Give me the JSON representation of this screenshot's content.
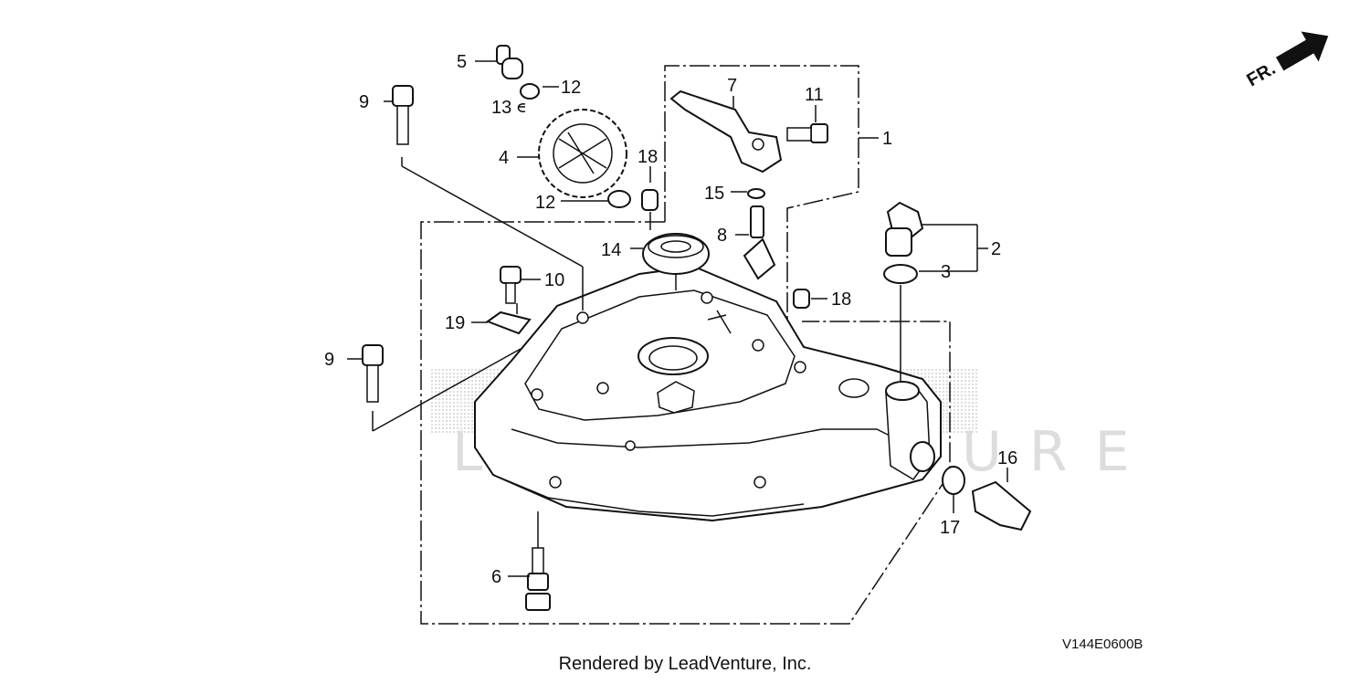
{
  "diagram": {
    "direction_label": "FR.",
    "callouts": {
      "c1": "1",
      "c2": "2",
      "c3": "3",
      "c4": "4",
      "c5": "5",
      "c6": "6",
      "c7": "7",
      "c8": "8",
      "c9a": "9",
      "c9b": "9",
      "c10": "10",
      "c11": "11",
      "c12a": "12",
      "c12b": "12",
      "c13": "13",
      "c14": "14",
      "c15": "15",
      "c16": "16",
      "c17": "17",
      "c18a": "18",
      "c18b": "18",
      "c19": "19"
    },
    "watermark": "LEADVENTURE",
    "diagram_code": "V144E0600B",
    "footer": "Rendered by LeadVenture, Inc."
  },
  "colors": {
    "line": "#111111",
    "background": "#ffffff",
    "watermark": "#dddddd"
  }
}
